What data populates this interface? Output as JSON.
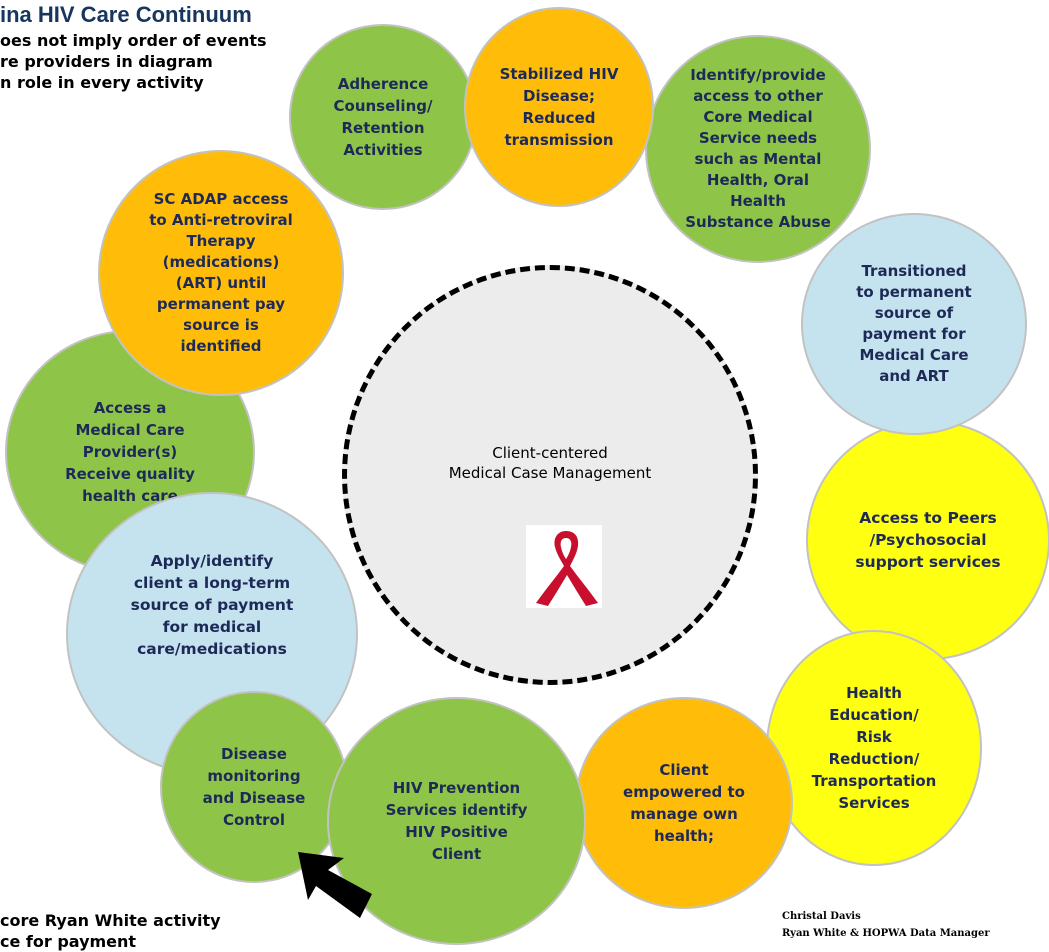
{
  "header": {
    "title": "ina HIV Care Continuum",
    "notes": [
      "oes not imply order of events",
      "re providers in diagram",
      "n role in every activity"
    ]
  },
  "center": {
    "label": "Client-centered\nMedical Case Management",
    "icon": "red-ribbon-icon"
  },
  "colors": {
    "green": "#8ec549",
    "orange": "#ffbd0a",
    "light_blue": "#c5e3ee",
    "yellow": "#ffff12",
    "text": "#1d2a57",
    "ribbon": "#c8102e"
  },
  "circles": {
    "stabilized": "Stabilized HIV\nDisease;\nReduced\ntransmission",
    "adherence": "Adherence\nCounseling/\nRetention\nActivities",
    "identify_core": "Identify/provide\naccess to other\nCore Medical\nService needs\nsuch as Mental\nHealth, Oral\nHealth\nSubstance Abuse",
    "adap": "SC ADAP access\nto Anti-retroviral\nTherapy\n(medications)\n(ART) until\npermanent pay\nsource is\nidentified",
    "transitioned": "Transitioned\nto permanent\nsource of\npayment for\nMedical Care\nand ART",
    "access_provider": "Access a\nMedical Care\nProvider(s)\nReceive quality\nhealth care",
    "peers": "Access to Peers\n/Psychosocial\nsupport services",
    "apply": "Apply/identify\nclient a long-term\nsource of payment\nfor medical\ncare/medications",
    "health_education": "Health\nEducation/\nRisk\nReduction/\nTransportation\nServices",
    "disease_monitoring": "Disease\nmonitoring\nand Disease\nControl",
    "hiv_prevention": "HIV Prevention\nServices  identify\nHIV Positive\nClient",
    "empowered": "Client\nempowered to\nmanage own\nhealth;"
  },
  "footer": {
    "left_lines": [
      "core Ryan White activity",
      "ce for payment"
    ],
    "credit_name": "Christal Davis",
    "credit_role": "Ryan White & HOPWA Data Manager"
  }
}
